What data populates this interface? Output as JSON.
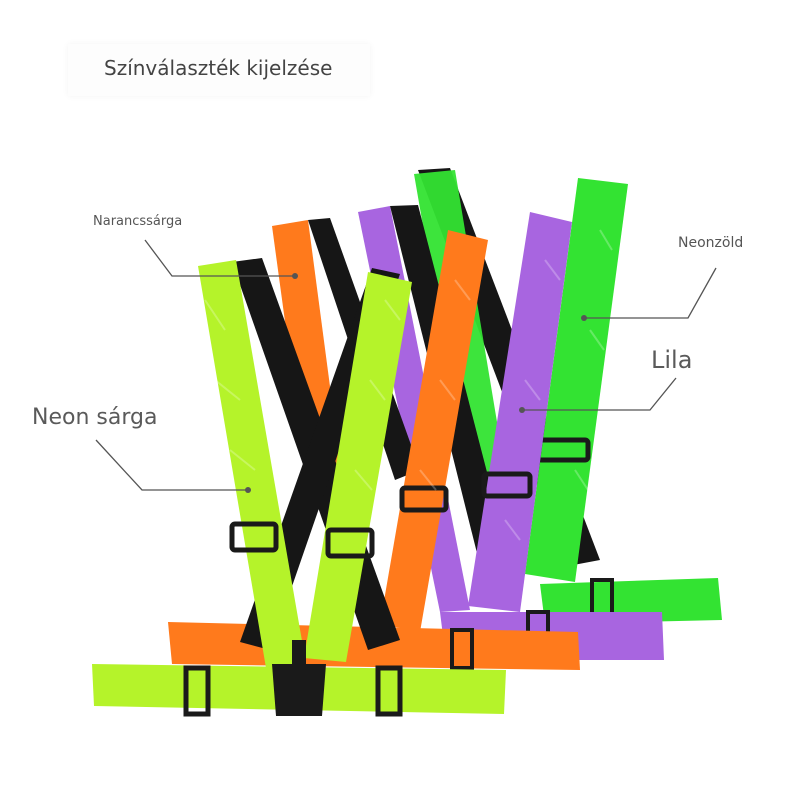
{
  "title": "Színválaszték kijelzése",
  "labels": {
    "orange": "Narancssárga",
    "green": "Neonzöld",
    "purple": "Lila",
    "yellow": "Neon sárga"
  },
  "colors": {
    "neon_yellow": "#b5f32a",
    "orange": "#ff7a1c",
    "purple": "#a865e0",
    "neon_green": "#33e332",
    "strap_black": "#161616",
    "buckle": "#1a1a1a"
  }
}
